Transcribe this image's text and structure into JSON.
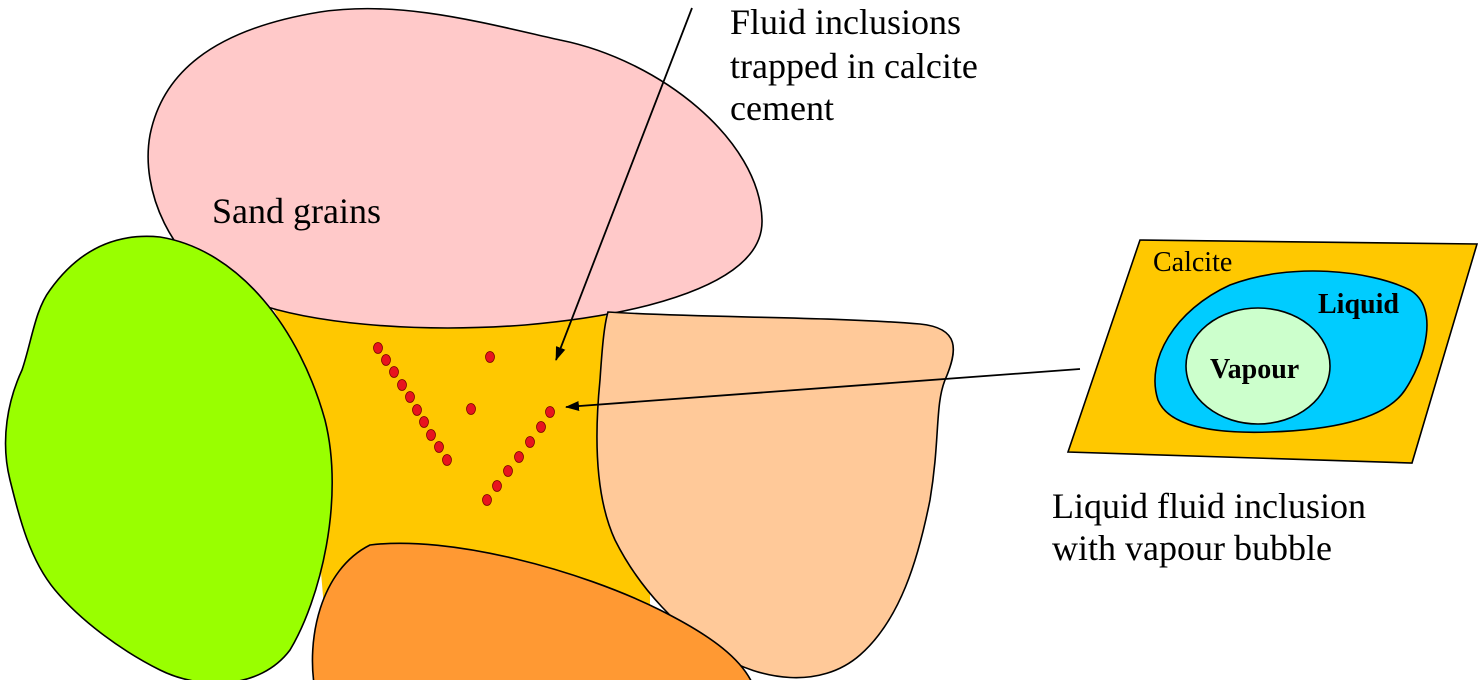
{
  "labels": {
    "fluid_inclusions_line1": "Fluid inclusions",
    "fluid_inclusions_line2": "trapped in calcite",
    "fluid_inclusions_line3": "cement",
    "sand_grains": "Sand grains",
    "calcite": "Calcite",
    "liquid": "Liquid",
    "vapour": "Vapour",
    "inclusion_caption_line1": "Liquid fluid inclusion",
    "inclusion_caption_line2": "with vapour bubble"
  },
  "colors": {
    "calcite_cement": "#FFC800",
    "pink_grain": "#FFC9C9",
    "green_grain": "#99FF00",
    "peach_grain": "#FFC999",
    "orange_grain": "#FF9933",
    "inclusion_dot": "#E8141E",
    "liquid": "#00CCFF",
    "vapour": "#CCFFCC",
    "outline": "#000000"
  }
}
